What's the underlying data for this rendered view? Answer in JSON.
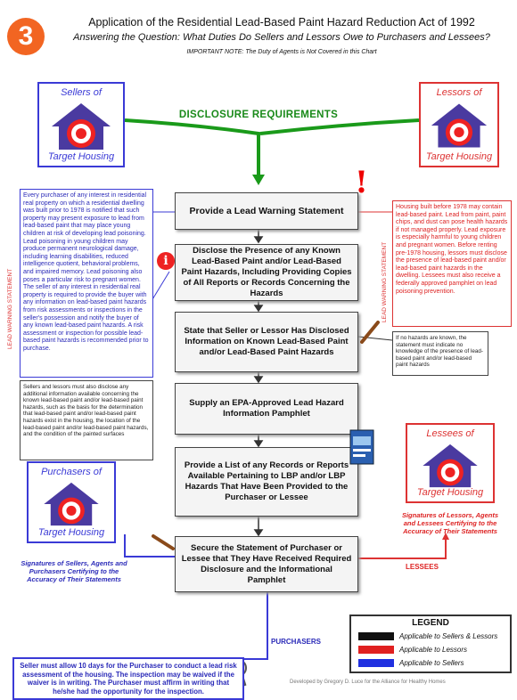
{
  "header": {
    "badge": "3",
    "title": "Application of the Residential Lead-Based Paint Hazard Reduction Act of 1992",
    "subtitle": "Answering the Question: What Duties Do Sellers and Lessors Owe to Purchasers and Lessees?",
    "note": "IMPORTANT NOTE: The Duty of Agents is Not Covered in this Chart"
  },
  "parties": {
    "sellers": {
      "top": "Sellers of",
      "bottom": "Target Housing"
    },
    "lessors": {
      "top": "Lessors of",
      "bottom": "Target Housing"
    },
    "lessees": {
      "top": "Lessees of",
      "bottom": "Target Housing"
    },
    "purchasers": {
      "top": "Purchasers of",
      "bottom": "Target Housing"
    }
  },
  "disclosure_label": "DISCLOSURE REQUIREMENTS",
  "steps": [
    "Provide a Lead Warning Statement",
    "Disclose the Presence of any Known Lead-Based Paint and/or Lead-Based Paint Hazards, Including Providing Copies of All Reports or Records Concerning the Hazards",
    "State that Seller or Lessor Has Disclosed Information on Known Lead-Based Paint and/or Lead-Based Paint Hazards",
    "Supply an EPA-Approved Lead Hazard Information Pamphlet",
    "Provide a List of any Records or Reports Available Pertaining to LBP and/or LBP Hazards That Have Been Provided to the Purchaser or Lessee",
    "Secure the Statement of Purchaser or Lessee that They Have Received Required Disclosure and the Informational Pamphlet"
  ],
  "side_texts": {
    "seller_warning": "Every purchaser of any interest in residential real property on which a residential dwelling was built prior to 1978 is notified that such property may present exposure to lead from lead-based paint that may place young children at risk of developing lead poisoning. Lead poisoning in young children may produce permanent neurological damage, including learning disabilities, reduced intelligence quotient, behavioral problems, and impaired memory. Lead poisoning also poses a particular risk to pregnant women. The seller of any interest in residential real property is required to provide the buyer with any information on lead-based paint hazards from risk assessments or inspections in the seller's possession and notify the buyer of any known lead-based paint hazards. A risk assessment or inspection for possible lead-based paint hazards is recommended prior to purchase.",
    "lessor_warning": "Housing built before 1978 may contain lead-based paint. Lead from paint, paint chips, and dust can pose health hazards if not managed properly. Lead exposure is especially harmful to young children and pregnant women. Before renting pre-1978 housing, lessors must disclose the presence of lead-based paint and/or lead-based paint hazards in the dwelling. Lessees must also receive a federally approved pamphlet on lead poisoning prevention.",
    "vertical_label": "LEAD WARNING STATEMENT",
    "additional_info": "Sellers and lessors must also disclose any additional information available concerning the known lead-based paint and/or lead-based paint hazards, such as the basis for the determination that lead-based paint and/or lead-based paint hazards exist in the housing, the location of the lead-based paint and/or lead-based paint hazards, and the condition of the painted surfaces",
    "no_hazards": "If no hazards are known, the statement must indicate no knowledge of the presence of lead-based paint and/or lead-based paint hazards"
  },
  "signatures": {
    "lessors": "Signatures of Lessors, Agents and Lessees Certifying to the Accuracy of Their Statements",
    "sellers": "Signatures of Sellers, Agents and Purchasers Certifying to the Accuracy of Their Statements"
  },
  "flow_labels": {
    "lessees": "LESSEES",
    "purchasers": "PURCHASERS"
  },
  "bottom_note": "Seller must allow 10 days for the Purchaser to conduct a lead risk assessment of the housing. The inspection may be waived if the waiver is in writing. The Purchaser must affirm in writing that he/she had the opportunity for the inspection.",
  "legend": {
    "title": "LEGEND",
    "items": [
      {
        "color": "#111111",
        "label": "Applicable to Sellers & Lessors"
      },
      {
        "color": "#e02020",
        "label": "Applicable to Lessors"
      },
      {
        "color": "#2030e0",
        "label": "Applicable to Sellers"
      }
    ]
  },
  "icons": {
    "exclamation": "exclamation-icon",
    "info": "info-icon",
    "pen": "pen-icon",
    "magnifier": "magnifier-icon"
  },
  "credit": "Developed by Gregory D. Luce for the Alliance for Healthy Homes"
}
